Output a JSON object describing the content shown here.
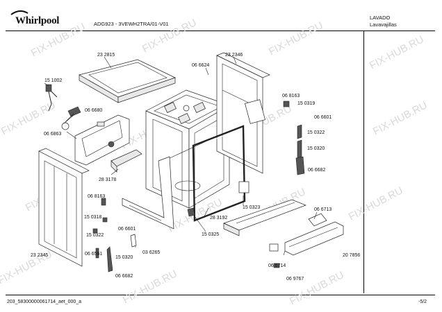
{
  "header": {
    "brand": "Whirlpool",
    "model": "ADG923 - 3VEWH2TRA/01-V01",
    "category": "LAVADO",
    "subcategory": "Lavavajillas"
  },
  "watermark": "FIX-HUB.RU",
  "parts": [
    "23 2815",
    "23 2346",
    "06 6624",
    "15 1002",
    "06 6680",
    "06 6863",
    "06 8163",
    "15 0319",
    "06 6601",
    "15 0322",
    "15 0320",
    "06 6682",
    "28 3178",
    "06 8163",
    "15 0318",
    "06 6601",
    "15 0322",
    "06 6561",
    "23 2345",
    "15 0320",
    "03 6265",
    "06 6682",
    "15 0325",
    "28 3192",
    "15 0323",
    "06 6713",
    "20 7856",
    "06 6714",
    "06 9767"
  ],
  "footer": {
    "doc_id": "203_58300000061714_aet_000_a",
    "page": "-5/2"
  }
}
